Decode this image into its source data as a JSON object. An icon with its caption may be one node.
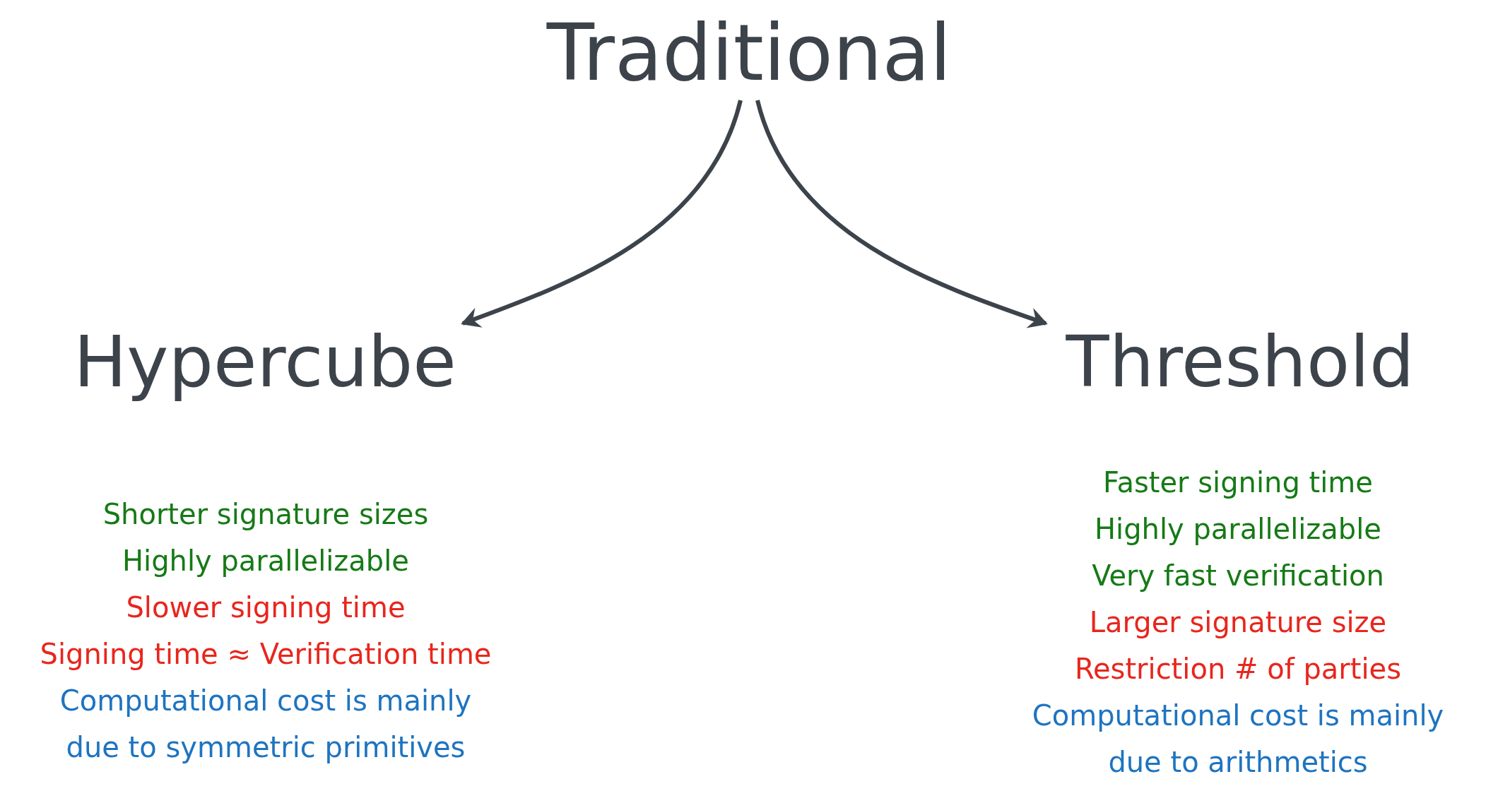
{
  "diagram": {
    "nodes": [
      {
        "text": [
          "Traditional"
        ]
      },
      {
        "text": [
          "Hypercube"
        ],
        "beside": [
          "Shorter signature sizes",
          "Highly parallelizable",
          "Slower signing time",
          "Signing time ≈ Verification time",
          "Computational cost is mainly due to symmetric primitives"
        ]
      },
      {
        "text": [
          "Threshold"
        ],
        "beside": [
          "Faster signing time",
          "Highly parallelizable",
          "Very fast verification",
          "Larger signature size",
          "Restriction # of parties",
          "Computational cost is mainly due to arithmetics"
        ]
      }
    ],
    "edges": [
      {
        "from": 0,
        "to": 1,
        "arrow": "to"
      },
      {
        "from": 0,
        "to": 2,
        "arrow": "to"
      }
    ]
  }
}
